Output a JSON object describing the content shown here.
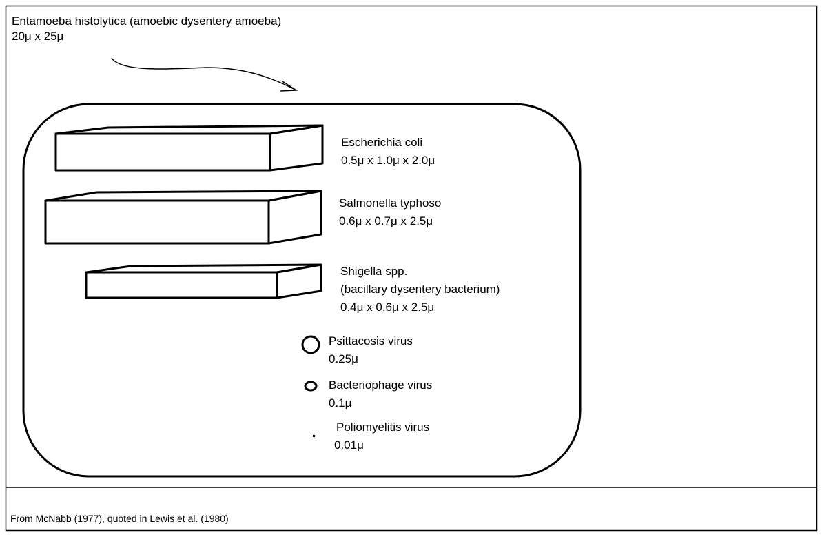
{
  "amoeba": {
    "name": "Entamoeba histolytica (amoebic dysentery amoeba)",
    "size": "20μ x 25μ"
  },
  "organisms": [
    {
      "name": "Escherichia coli",
      "size": "0.5μ x 1.0μ x 2.0μ"
    },
    {
      "name": "Salmonella typhoso",
      "size": "0.6μ x 0.7μ x 2.5μ"
    },
    {
      "name": "Shigella spp.",
      "note": "(bacillary dysentery bacterium)",
      "size": "0.4μ x 0.6μ x 2.5μ"
    },
    {
      "name": "Psittacosis virus",
      "size": "0.25μ"
    },
    {
      "name": "Bacteriophage virus",
      "size": "0.1μ"
    },
    {
      "name": "Poliomyelitis virus",
      "size": "0.01μ"
    }
  ],
  "credit": "From McNabb (1977), quoted in Lewis et al. (1980)",
  "colors": {
    "stroke": "#000000",
    "background": "#ffffff"
  }
}
